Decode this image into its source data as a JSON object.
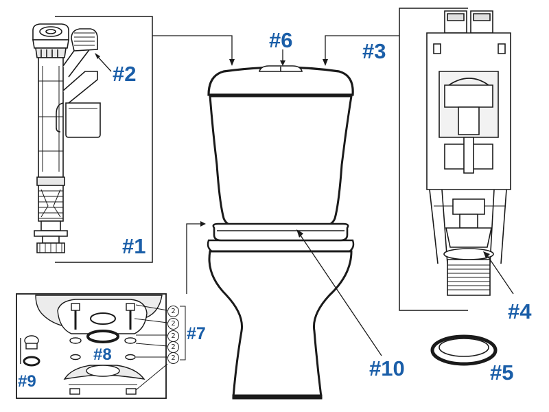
{
  "colors": {
    "callout": "#1a5ea8",
    "line": "#1a1a1a",
    "fill": "#ffffff",
    "shade": "#d8d8d8"
  },
  "parts": [
    {
      "id": "1",
      "label": "#1"
    },
    {
      "id": "2",
      "label": "#2"
    },
    {
      "id": "3",
      "label": "#3"
    },
    {
      "id": "4",
      "label": "#4"
    },
    {
      "id": "5",
      "label": "#5"
    },
    {
      "id": "6",
      "label": "#6"
    },
    {
      "id": "7",
      "label": "#7"
    },
    {
      "id": "8",
      "label": "#8"
    },
    {
      "id": "9",
      "label": "#9"
    },
    {
      "id": "10",
      "label": "#10"
    }
  ],
  "quantity_badges": [
    "2",
    "2",
    "2",
    "2",
    "2"
  ],
  "icons": [
    "fill-valve-icon",
    "float-arm-icon",
    "flush-valve-icon",
    "cone-washer-icon",
    "tank-to-bowl-gasket-icon",
    "push-button-icon",
    "bolt-kit-icon",
    "toilet-icon",
    "seat-icon"
  ]
}
